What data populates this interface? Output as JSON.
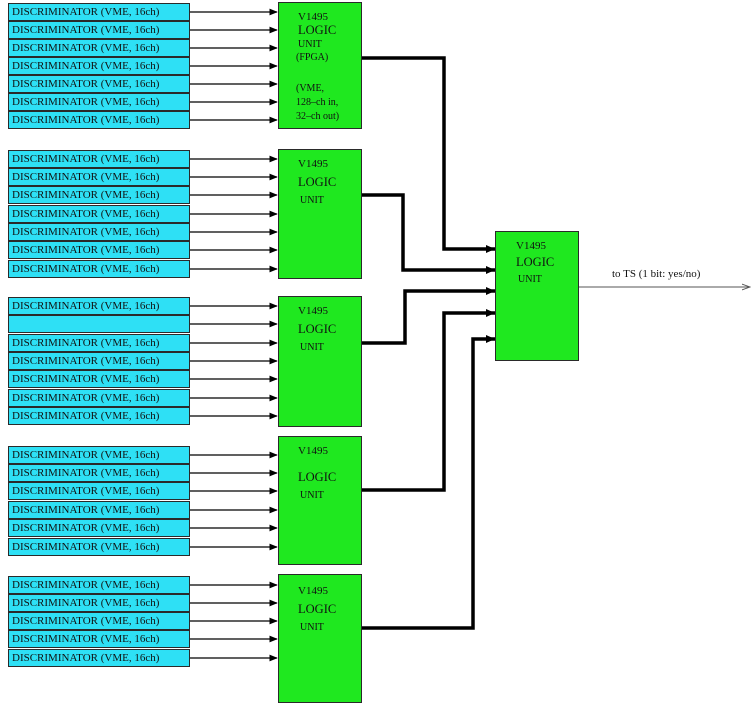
{
  "disc_label": "DISCRIMINATOR (VME, 16ch)",
  "logic1": {
    "line1": "V1495",
    "line2": "LOGIC",
    "line3": "UNIT",
    "line4": "(FPGA)",
    "line5": "(VME,",
    "line6": "128–ch in,",
    "line7": "32–ch out)"
  },
  "logic": {
    "line1": "V1495",
    "line2": "LOGIC",
    "line3": "UNIT"
  },
  "output_label": "to TS (1 bit: yes/no)",
  "colors": {
    "discriminator_fill": "#2ee0f5",
    "logic_fill": "#1fe81f",
    "wire": "#000000"
  }
}
